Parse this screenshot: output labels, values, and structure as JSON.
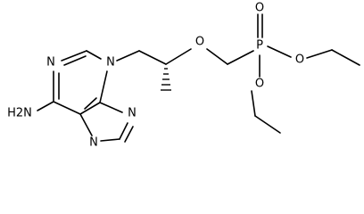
{
  "structure": {
    "atoms": [
      {
        "id": "n1",
        "label": "N",
        "name": "ring-nitrogen-n1"
      },
      {
        "id": "n3",
        "label": "N",
        "name": "ring-nitrogen-n3"
      },
      {
        "id": "n9",
        "label": "N",
        "name": "ring-nitrogen-n9"
      },
      {
        "id": "n7",
        "label": "N",
        "name": "ring-nitrogen-n7"
      },
      {
        "id": "nh2",
        "label": "H2N",
        "name": "amino-group"
      },
      {
        "id": "o_ether",
        "label": "O",
        "name": "ether-oxygen"
      },
      {
        "id": "p",
        "label": "P",
        "name": "phosphorus"
      },
      {
        "id": "o_dbl",
        "label": "O",
        "name": "phosphoryl-oxygen"
      },
      {
        "id": "o_et1",
        "label": "O",
        "name": "ethoxy-oxygen-1"
      },
      {
        "id": "o_et2",
        "label": "O",
        "name": "ethoxy-oxygen-2"
      }
    ]
  }
}
